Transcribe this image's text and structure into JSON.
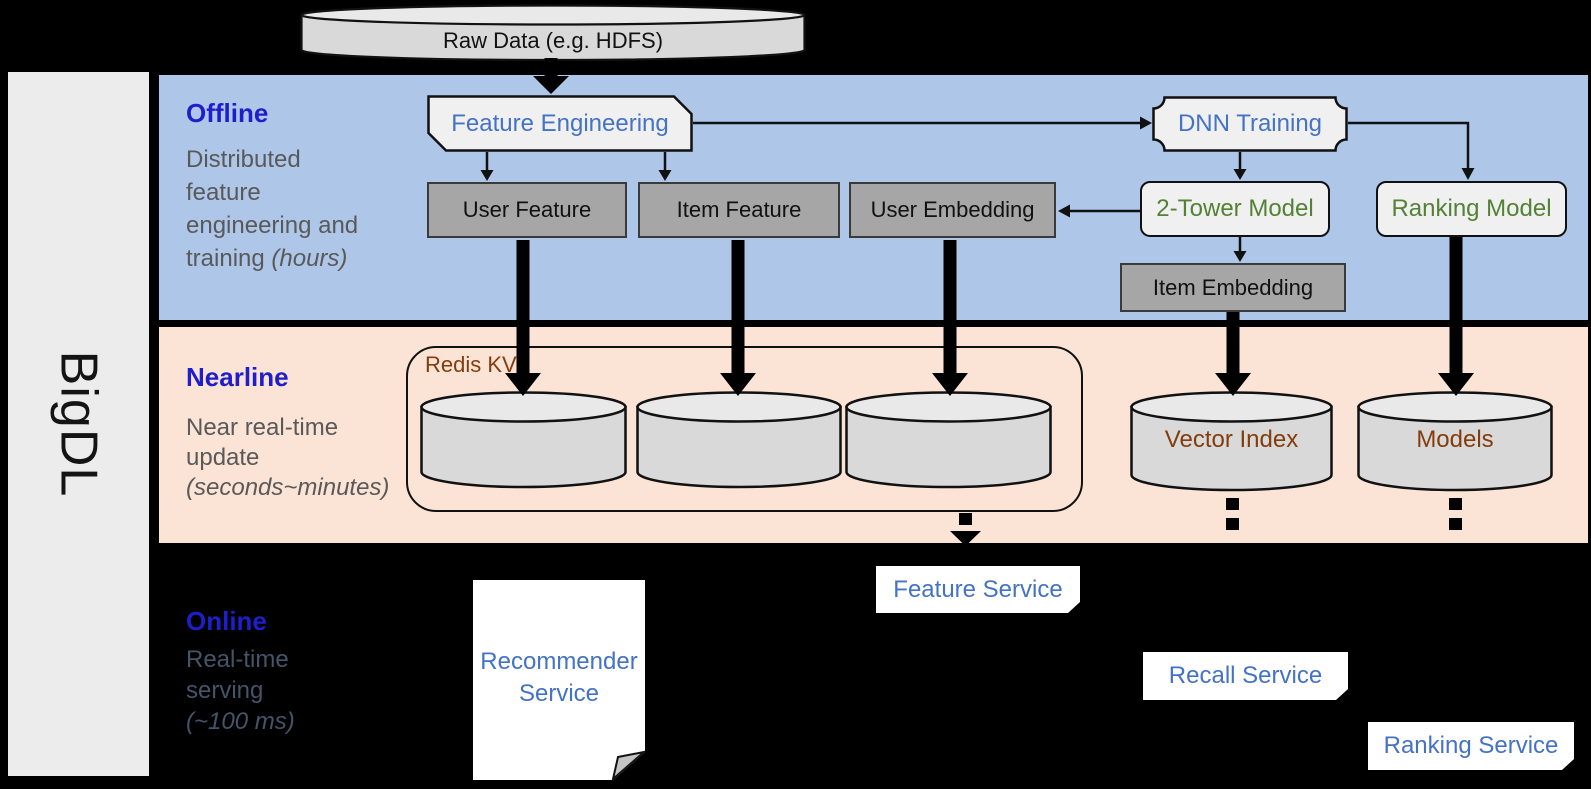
{
  "brand": "BigDL",
  "raw_data_label": "Raw Data (e.g. HDFS)",
  "offline": {
    "title": "Offline",
    "line1": "Distributed",
    "line2": "feature",
    "line3": "engineering and",
    "line4_normal": "training ",
    "line4_italic": "(hours)"
  },
  "nearline": {
    "title": "Nearline",
    "line1": "Near real-time",
    "line2": "update",
    "line3_italic": "(seconds~minutes)"
  },
  "online": {
    "title": "Online",
    "line1": "Real-time",
    "line2": "serving",
    "line3_italic": "(~100 ms)"
  },
  "nodes": {
    "feature_engineering": "Feature Engineering",
    "dnn_training": "DNN Training",
    "user_feature": "User Feature",
    "item_feature": "Item Feature",
    "user_embedding": "User Embedding",
    "item_embedding": "Item Embedding",
    "two_tower_model": "2-Tower Model",
    "ranking_model": "Ranking Model",
    "redis_kv": "Redis KV",
    "vector_index": "Vector Index",
    "models": "Models",
    "recommender_line1": "Recommender",
    "recommender_line2": "Service",
    "feature_service": "Feature Service",
    "recall_service": "Recall Service",
    "ranking_service": "Ranking Service"
  },
  "colors": {
    "offline_bg": "#aec6e8",
    "nearline_bg": "#fbe3d6",
    "online_bg": "#000000",
    "sidebar_bg": "#ececec",
    "section_title_blue": "#1e1ecc",
    "subtitle_gray": "#595959",
    "online_subtitle": "#44546a",
    "node_text_blue": "#4472c4",
    "node_text_green": "#538135",
    "node_text_brown": "#843c0c",
    "gray_box_fill": "#a6a6a6",
    "light_box_fill": "#f0f0f0",
    "cylinder_fill": "#d9d9d9"
  }
}
